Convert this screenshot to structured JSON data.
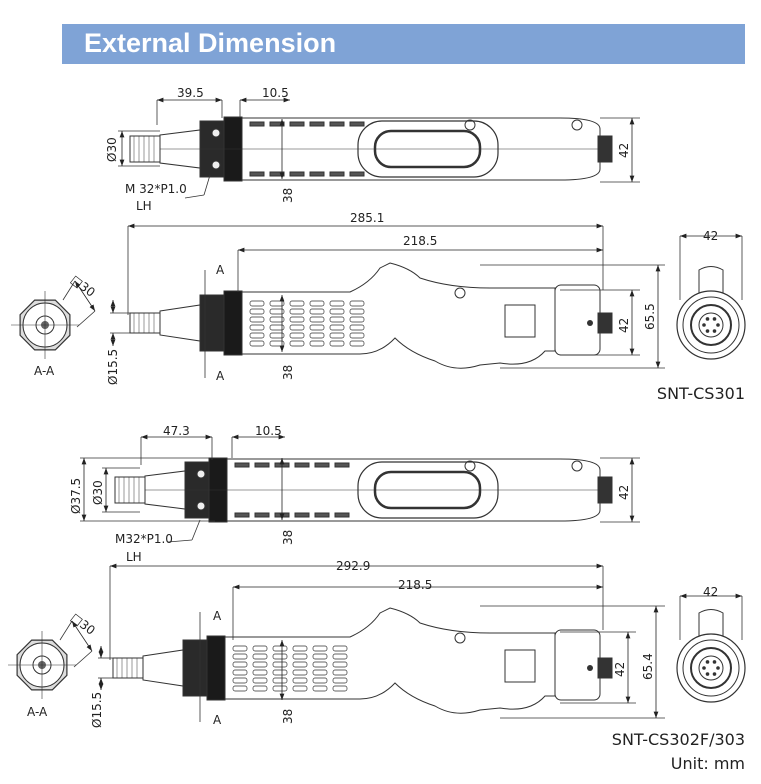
{
  "title": "External Dimension",
  "section_label": "A-A",
  "section_marker": "A",
  "square_dim": "□30",
  "units": "Unit: mm",
  "model_1": {
    "name": "SNT-CS301",
    "nose_length": "39.5",
    "collar_length": "10.5",
    "nose_diameter": "Ø30",
    "thread": "M 32*P1.0",
    "thread_dir": "LH",
    "body_diameter": "38",
    "end_height": "42",
    "overall_length": "285.1",
    "body_length": "218.5",
    "bit_diameter": "Ø15.5",
    "side_height": "42",
    "total_height": "65.5",
    "end_width": "42"
  },
  "model_2": {
    "name": "SNT-CS302F/303",
    "nose_length": "47.3",
    "collar_length": "10.5",
    "outer_diameter": "Ø37.5",
    "nose_diameter": "Ø30",
    "thread": "M32*P1.0",
    "thread_dir": "LH",
    "body_diameter": "38",
    "end_height": "42",
    "overall_length": "292.9",
    "body_length": "218.5",
    "bit_diameter": "Ø15.5",
    "side_height": "42",
    "total_height": "65.4",
    "end_width": "42"
  }
}
